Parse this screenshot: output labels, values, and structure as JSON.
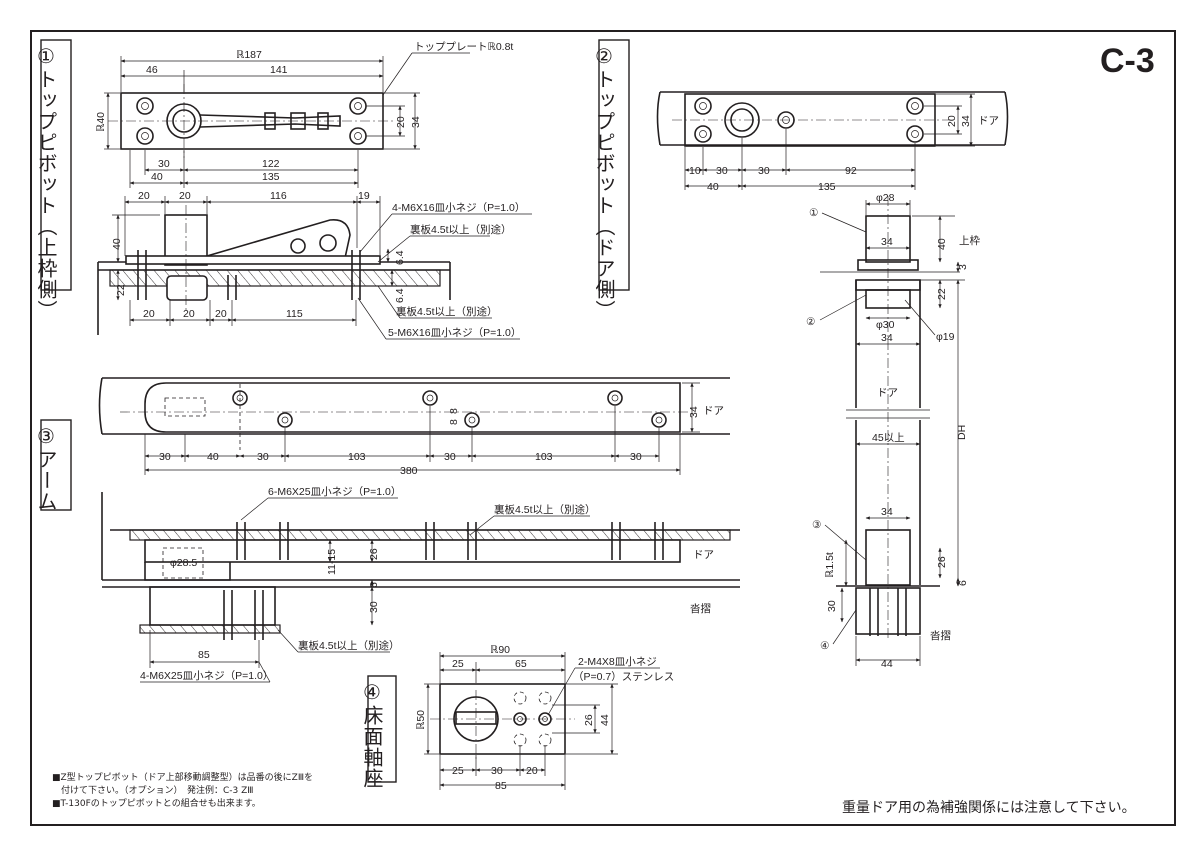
{
  "sheet_id": "C-3",
  "sections": {
    "top_pivot_frame": {
      "label": "①トップピボット（上枠側）"
    },
    "top_pivot_door": {
      "label": "②トップピボット（ドア側）"
    },
    "arm": {
      "label": "③アーム"
    },
    "floor_socket": {
      "label": "④床面軸座"
    }
  },
  "callouts": {
    "top_plate": "トッププレートℝ0.8t",
    "screw_4_m6x16": "4-M6X16皿小ネジ（P=1.0）",
    "back_plate_a": "裏板4.5t以上（別途）",
    "back_plate_b": "裏板4.5t以上（別途）",
    "screw_5_m6x16": "5-M6X16皿小ネジ（P=1.0）",
    "screw_6_m6x25": "6-M6X25皿小ネジ（P=1.0）",
    "back_plate_arm": "裏板4.5t以上（別途）",
    "back_plate_floor": "裏板4.5t以上（別途）",
    "screw_4_m6x25": "4-M6X25皿小ネジ（P=1.0）",
    "screw_2_m4x8": "2-M4X8皿小ネジ",
    "screw_2_m4x8_b": "（P=0.7）ステンレス",
    "door": "ドア",
    "door_2": "ドア",
    "door_3": "ドア",
    "door_4": "ドア",
    "top_frame": "上枠",
    "threshold": "沓摺",
    "threshold_2": "沓摺",
    "dh": "DH",
    "n1": "①",
    "n2": "②",
    "n3": "③",
    "n4": "④"
  },
  "dims": {
    "s1": {
      "l187": "ℝ187",
      "d46": "46",
      "d141": "141",
      "r40": "ℝ40",
      "d20": "20",
      "d34": "34",
      "d30": "30",
      "d122": "122",
      "d40": "40",
      "d135": "135",
      "e20a": "20",
      "e20b": "20",
      "e116": "116",
      "e19": "19",
      "e40": "40",
      "e64a": "6.4",
      "e22": "22",
      "e64b": "6.4",
      "f20a": "20",
      "f20b": "20",
      "f20c": "20",
      "f115": "115"
    },
    "s2": {
      "d20": "20",
      "d34": "34",
      "d10": "10",
      "d30a": "30",
      "d30b": "30",
      "d92": "92",
      "d40": "40",
      "d135": "135",
      "phi28": "φ28",
      "d34b": "34",
      "d40b": "40",
      "d3": "3",
      "d22": "22",
      "phi30": "φ30",
      "phi19": "φ19",
      "d34c": "34",
      "d45": "45以上",
      "d34d": "34",
      "r15": "ℝ1.5t",
      "d26": "26",
      "d6": "6",
      "d30c": "30",
      "d44": "44"
    },
    "s3": {
      "d8a": "8",
      "d8b": "8",
      "d34": "34",
      "a30a": "30",
      "a40": "40",
      "a30b": "30",
      "a103a": "103",
      "a30c": "30",
      "a103b": "103",
      "a30d": "30",
      "a380": "380",
      "phi285": "φ28.5",
      "b1115": "11-15",
      "b26": "26",
      "b6": "6",
      "b30": "30",
      "b85": "85"
    },
    "s4": {
      "l90": "ℝ90",
      "d25": "25",
      "d65": "65",
      "r50": "ℝ50",
      "d26": "26",
      "d44": "44",
      "e25": "25",
      "e30": "30",
      "e20": "20",
      "e85": "85"
    }
  },
  "notes": [
    "■Z型トップピボット（ドア上部移動調整型）は品番の後にZⅢを",
    "　付けて下さい。（オプション）　発注例：C-3 ZⅢ",
    "■T-130Fのトップピボットとの組合せも出来ます。"
  ],
  "footer": "重量ドア用の為補強関係には注意して下さい。"
}
